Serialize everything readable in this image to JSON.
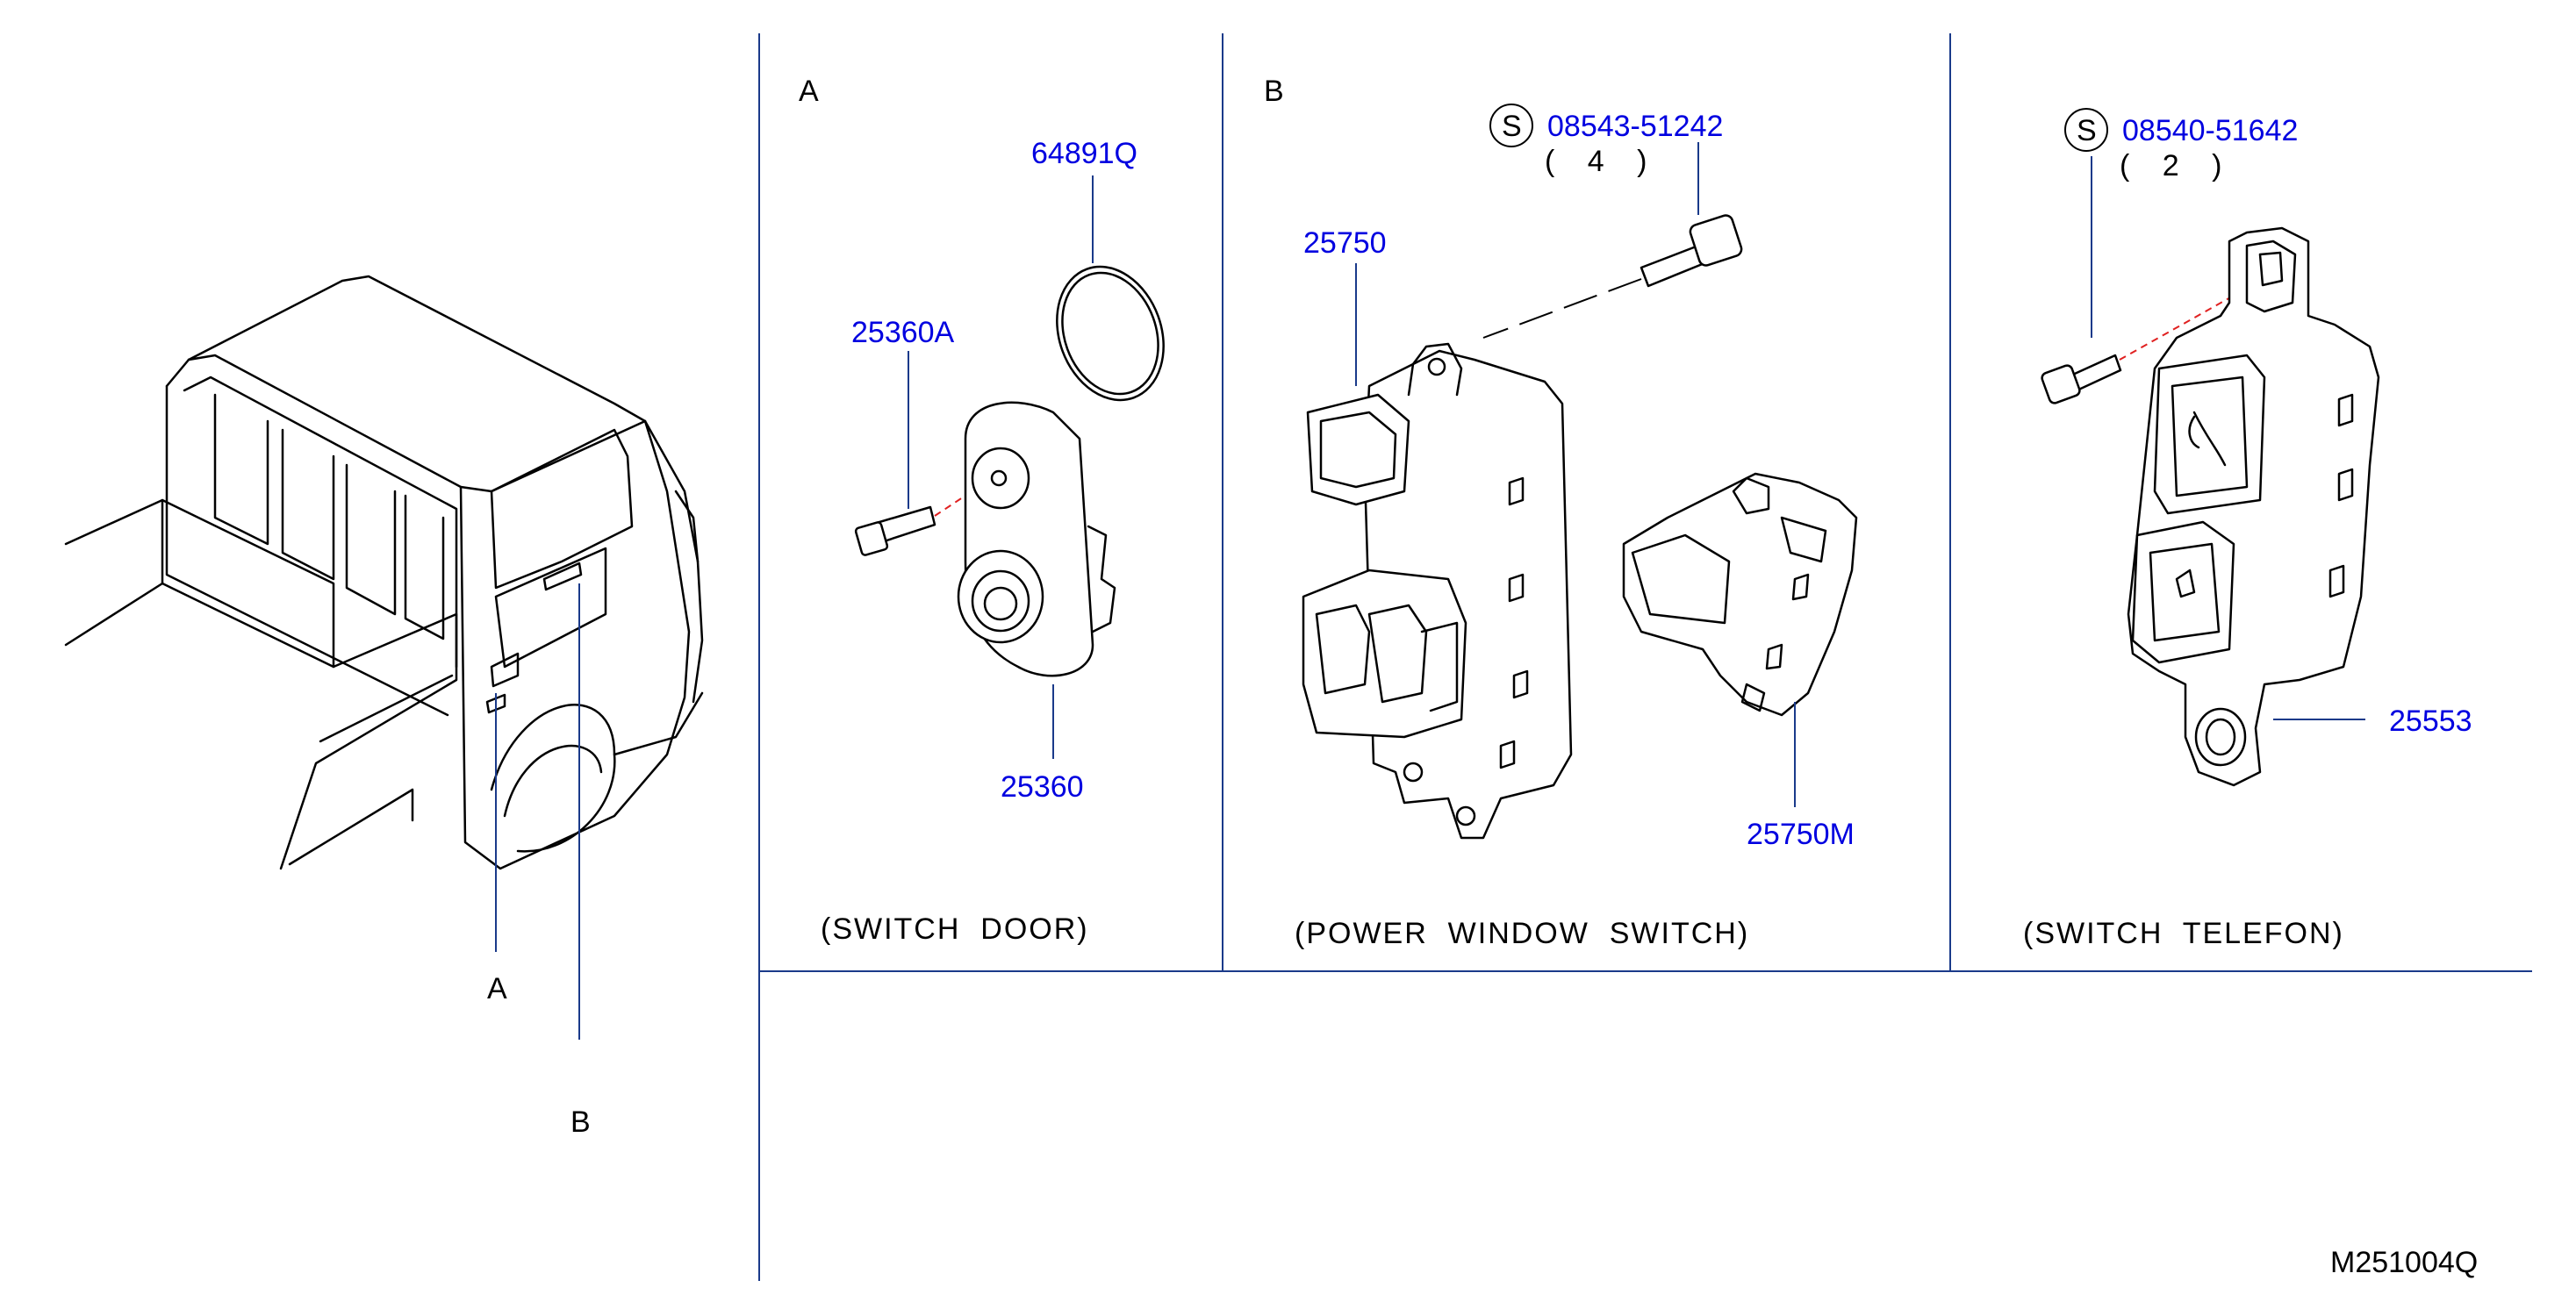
{
  "diagram_id": "M251004Q",
  "vehicle_callouts": {
    "a": "A",
    "b": "B"
  },
  "panels": {
    "a": {
      "letter": "A",
      "caption": "(SWITCH  DOOR)",
      "parts": {
        "ring": "64891Q",
        "bolt": "25360A",
        "switch": "25360"
      }
    },
    "b": {
      "letter": "B",
      "caption": "(POWER  WINDOW  SWITCH)",
      "screw": {
        "symbol": "S",
        "part": "08543-51242",
        "qty": "( 4 )"
      },
      "parts": {
        "main_switch": "25750",
        "sub_switch": "25750M"
      }
    },
    "c": {
      "caption": "(SWITCH  TELEFON)",
      "screw": {
        "symbol": "S",
        "part": "08540-51642",
        "qty": "( 2 )"
      },
      "parts": {
        "phone_switch": "25553"
      }
    }
  }
}
